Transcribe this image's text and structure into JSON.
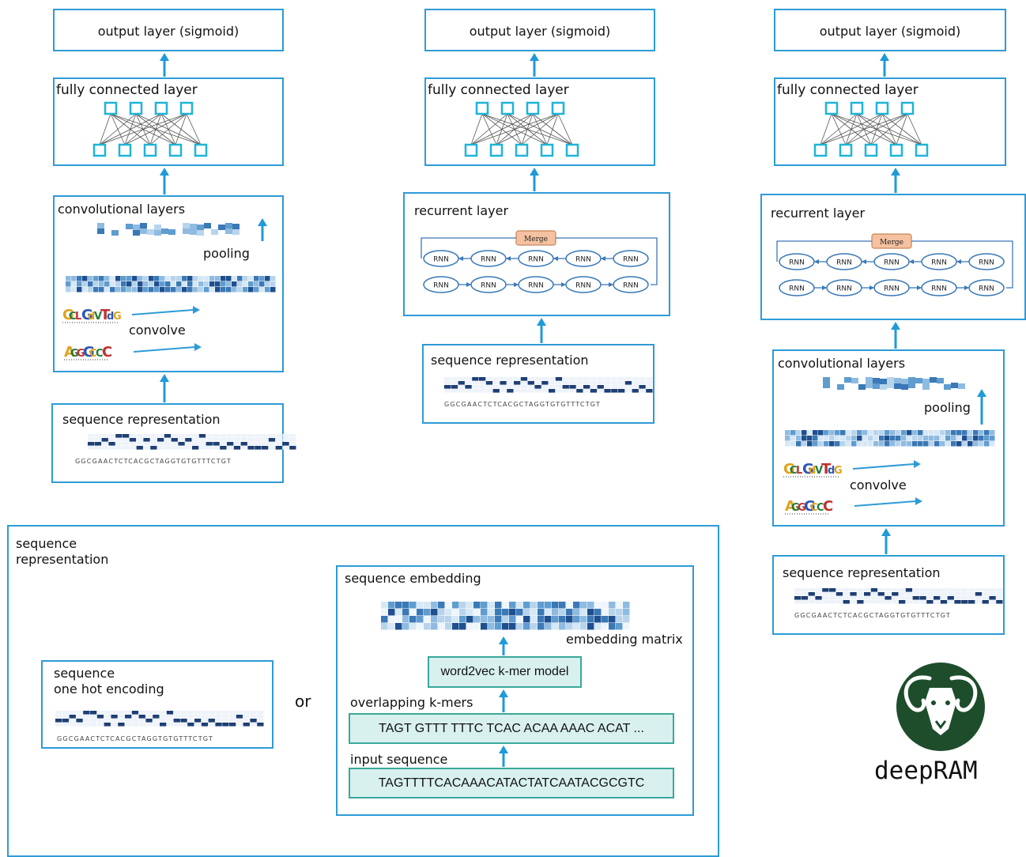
{
  "labels": {
    "output": "output layer (sigmoid)",
    "fc": "fully connected layer",
    "conv": "convolutional layers",
    "pooling": "pooling",
    "convolve": "convolve",
    "seqrep": "sequence representation",
    "recurrent": "recurrent layer",
    "merge": "Merge",
    "rnn": "RNN",
    "dna": "GGCGAACTCTCACGCTAGGTGTGTTTCTGT"
  },
  "bottom": {
    "title": "sequence\nrepresentation",
    "onehot": "sequence\none hot encoding",
    "or": "or",
    "embedding": "sequence embedding",
    "embedding_matrix": "embedding matrix",
    "word2vec": "word2vec k-mer model",
    "kmers_label": "overlapping k-mers",
    "kmers": "TAGT GTTT TTTC TCAC ACAA AAAC ACAT ...",
    "input_label": "input sequence",
    "input": "TAGTTTTCACAAACATACTATCAATACGCGTC"
  },
  "logo": {
    "text": "deepRAM"
  },
  "colors": {
    "accent": "#2e9bd6",
    "dark_cell": "#1e3f73",
    "teal": "#3aa89a",
    "merge": "#f5c1a0",
    "logo_green": "#1e4d2b"
  }
}
